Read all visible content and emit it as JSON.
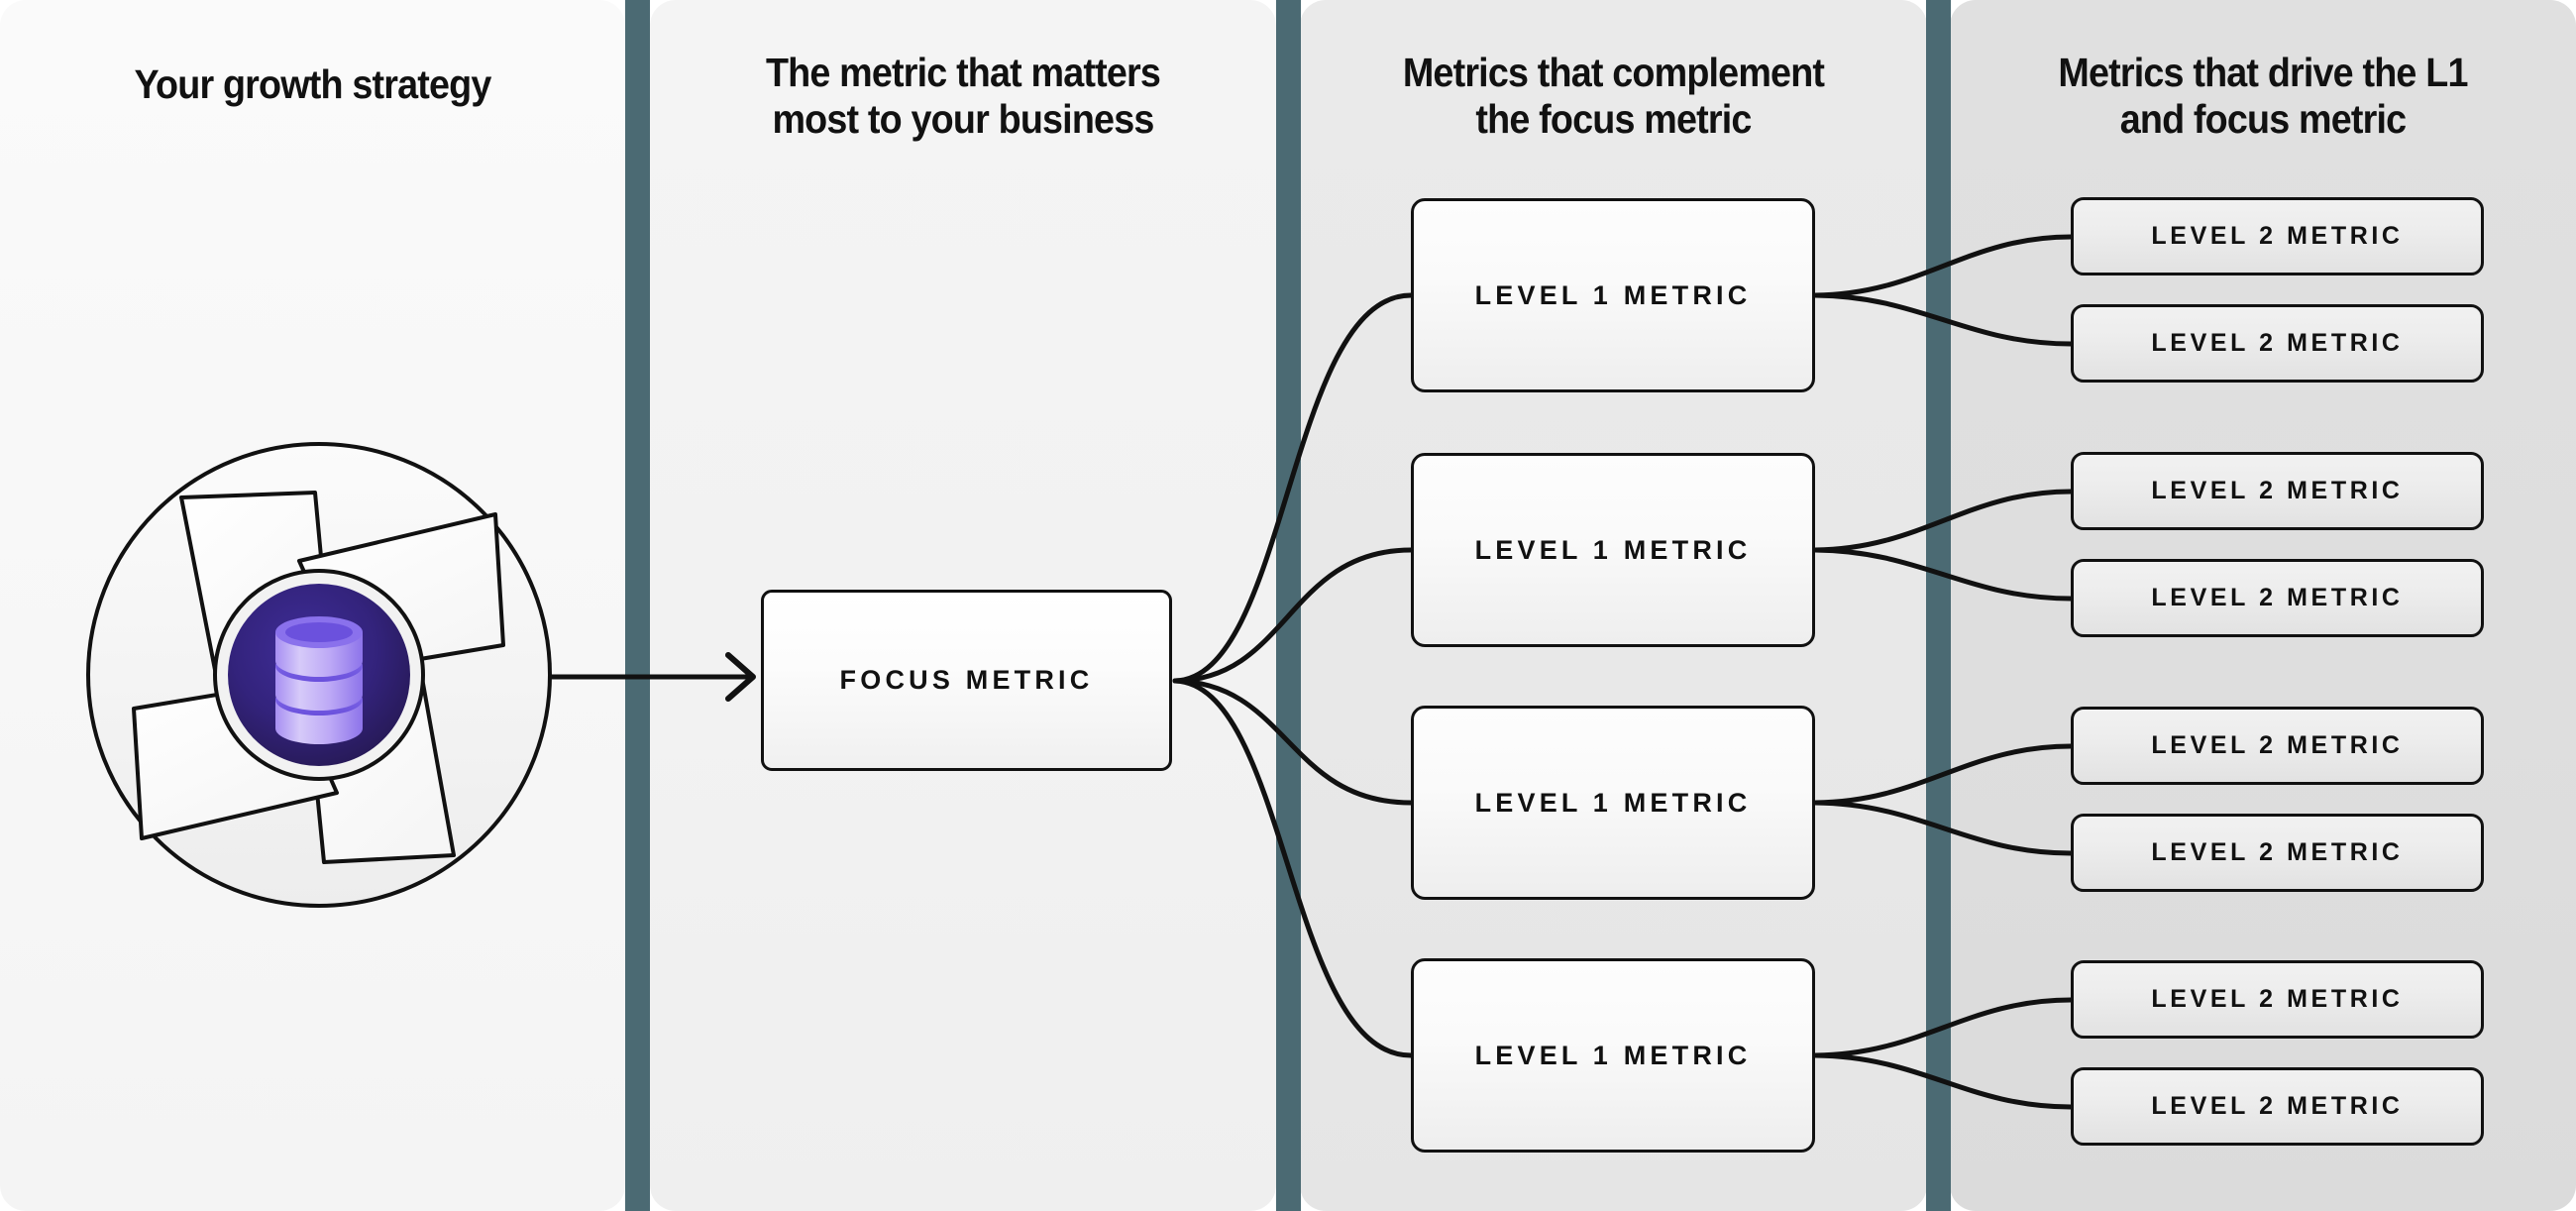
{
  "columns": [
    {
      "id": "growth-strategy",
      "title": "Your growth strategy"
    },
    {
      "id": "focus-metric",
      "title": "The metric that matters\nmost to your business"
    },
    {
      "id": "complement",
      "title": "Metrics that complement\nthe focus metric"
    },
    {
      "id": "drivers",
      "title": "Metrics that drive the L1\nand focus metric"
    }
  ],
  "logo": {
    "icon_name": "database-icon",
    "shape_name": "aperture-shutter-circle",
    "blade_count": 4,
    "disc_count": 3,
    "colors": {
      "outline": "#111111",
      "blade_fill": "#ffffff",
      "ring_fill": "#f4f4f4",
      "core_center": "#3c2a90",
      "core_edge": "#271a57",
      "disc_light": "#c9b9f5",
      "disc_mid": "#9c86ef",
      "disc_dark": "#6f55df"
    }
  },
  "focus_node": {
    "label": "FOCUS METRIC"
  },
  "level1_nodes": [
    {
      "label": "LEVEL 1 METRIC"
    },
    {
      "label": "LEVEL 1 METRIC"
    },
    {
      "label": "LEVEL 1 METRIC"
    },
    {
      "label": "LEVEL 1 METRIC"
    }
  ],
  "level2_nodes": [
    {
      "label": "LEVEL 2 METRIC"
    },
    {
      "label": "LEVEL 2 METRIC"
    },
    {
      "label": "LEVEL 2 METRIC"
    },
    {
      "label": "LEVEL 2 METRIC"
    },
    {
      "label": "LEVEL 2 METRIC"
    },
    {
      "label": "LEVEL 2 METRIC"
    },
    {
      "label": "LEVEL 2 METRIC"
    },
    {
      "label": "LEVEL 2 METRIC"
    }
  ],
  "theme": {
    "separator_color": "#4b6a73",
    "panel_1_bg": "#f7f7f7",
    "panel_2_bg": "#f2f2f2",
    "panel_3_bg": "#e8e8e8",
    "panel_4_bg": "#dedede",
    "line_color": "#111111",
    "text_color": "#111111"
  }
}
